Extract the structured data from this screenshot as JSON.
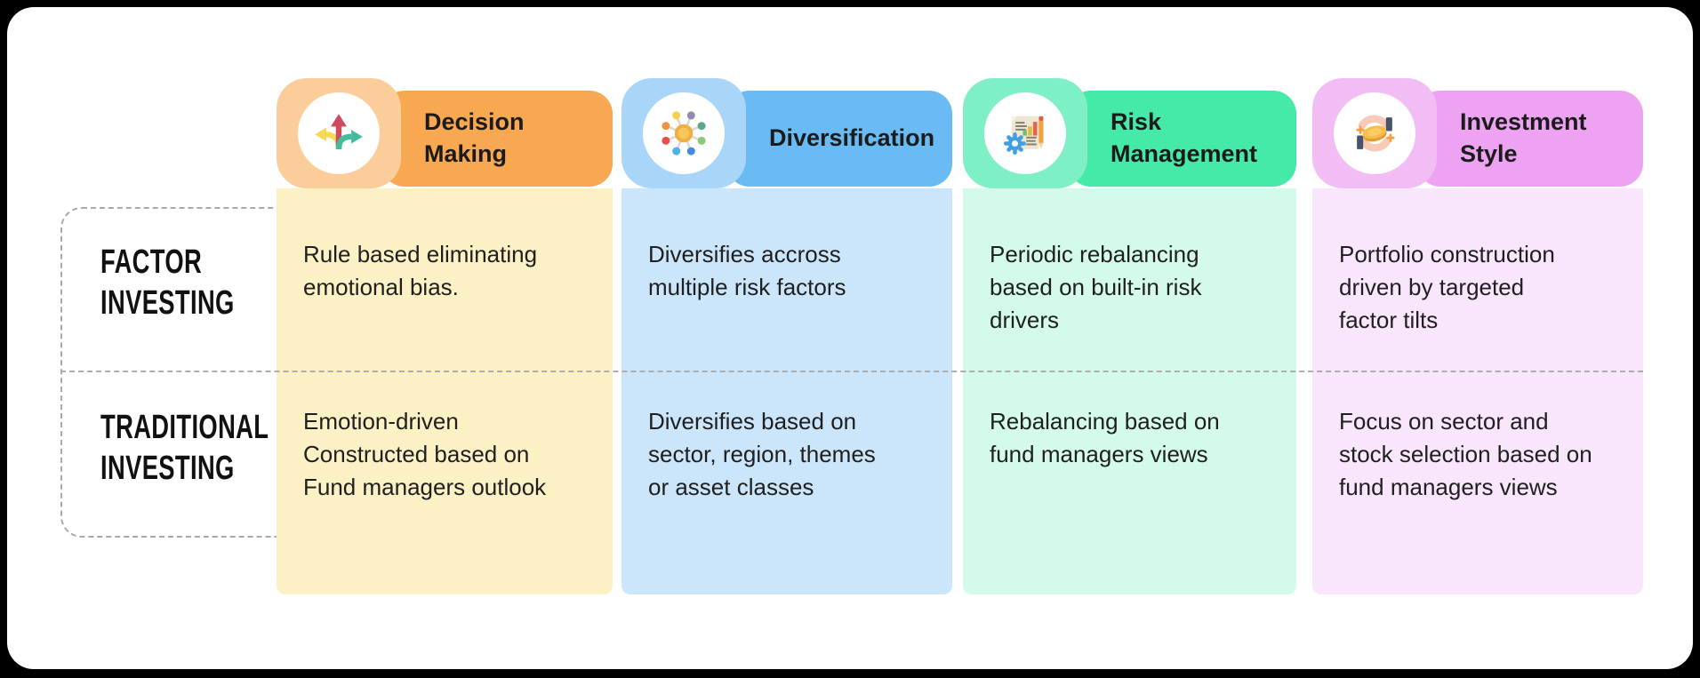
{
  "style": {
    "page_background": "#000000",
    "card_background": "#FFFFFF",
    "dashed_line_color": "#A9A9A9",
    "body_text_color": "#1F1F1F",
    "label_text_color": "#111111"
  },
  "table": {
    "rows": [
      {
        "id": "factor-investing",
        "label": "FACTOR\nINVESTING"
      },
      {
        "id": "traditional-investing",
        "label": "TRADITIONAL\nINVESTING"
      }
    ],
    "columns": [
      {
        "id": "decision-making",
        "title": "Decision\nMaking",
        "icon": "three-way-arrows-icon",
        "colors": {
          "tile": "#FACD9B",
          "pill": "#F8A850",
          "body": "#FCF0C5"
        },
        "cells": {
          "factor": "Rule based eliminating\nemotional bias.",
          "traditional": "Emotion-driven\nConstructed based on\nFund managers outlook"
        }
      },
      {
        "id": "diversification",
        "title": "Diversification",
        "icon": "network-dots-icon",
        "colors": {
          "tile": "#A9D6F8",
          "pill": "#6ABAF3",
          "body": "#CBE5FA"
        },
        "cells": {
          "factor": "Diversifies accross\nmultiple risk factors",
          "traditional": "Diversifies based on\nsector, region, themes\nor asset classes"
        }
      },
      {
        "id": "risk-management",
        "title": "Risk\nManagement",
        "icon": "report-gear-pencil-icon",
        "colors": {
          "tile": "#7FF0C5",
          "pill": "#46EAA8",
          "body": "#D4FBEA"
        },
        "cells": {
          "factor": "Periodic rebalancing\nbased on built-in risk\ndrivers",
          "traditional": "Rebalancing based on\nfund managers views"
        }
      },
      {
        "id": "investment-style",
        "title": "Investment\nStyle",
        "icon": "hands-holding-coin-icon",
        "colors": {
          "tile": "#F2BDF5",
          "pill": "#EDA2F2",
          "body": "#F9E5FC"
        },
        "cells": {
          "factor": "Portfolio construction\ndriven by targeted\nfactor tilts",
          "traditional": "Focus on sector and\nstock selection based on\nfund managers views"
        }
      }
    ]
  }
}
